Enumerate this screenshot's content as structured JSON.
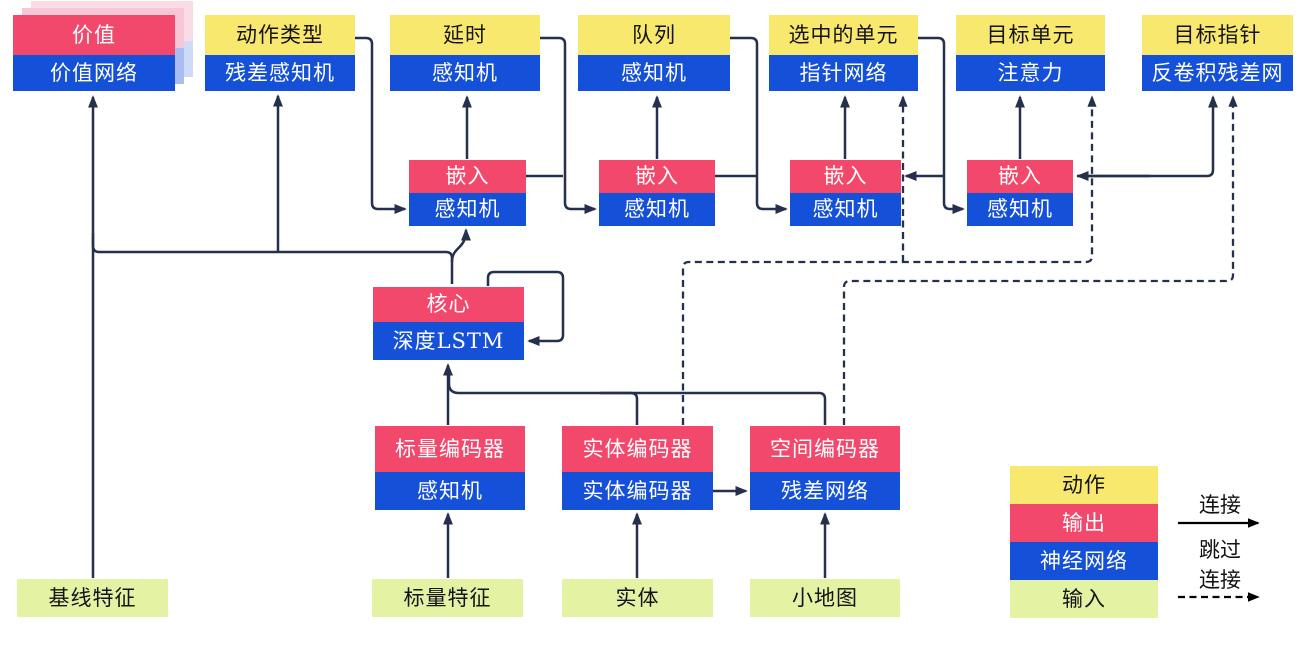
{
  "diagram": {
    "nodes": {
      "value": {
        "top": "价值",
        "bottom": "价值网络"
      },
      "action_type": {
        "top": "动作类型",
        "bottom": "残差感知机"
      },
      "delay": {
        "top": "延时",
        "bottom": "感知机"
      },
      "queue": {
        "top": "队列",
        "bottom": "感知机"
      },
      "selected_units": {
        "top": "选中的单元",
        "bottom": "指针网络"
      },
      "target_unit": {
        "top": "目标单元",
        "bottom": "注意力"
      },
      "target_point": {
        "top": "目标指针",
        "bottom": "反卷积残差网"
      },
      "embed1": {
        "top": "嵌入",
        "bottom": "感知机"
      },
      "embed2": {
        "top": "嵌入",
        "bottom": "感知机"
      },
      "embed3": {
        "top": "嵌入",
        "bottom": "感知机"
      },
      "embed4": {
        "top": "嵌入",
        "bottom": "感知机"
      },
      "core": {
        "top": "核心",
        "bottom": "深度LSTM"
      },
      "scalar_encoder": {
        "top": "标量编码器",
        "bottom": "感知机"
      },
      "entity_encoder": {
        "top": "实体编码器",
        "bottom": "实体编码器"
      },
      "spatial_encoder": {
        "top": "空间编码器",
        "bottom": "残差网络"
      }
    },
    "inputs": {
      "baseline": "基线特征",
      "scalar": "标量特征",
      "entities": "实体",
      "minimap": "小地图"
    },
    "legend": {
      "action": "动作",
      "output": "输出",
      "network": "神经网络",
      "input": "输入",
      "connection": "连接",
      "skip_line1": "跳过",
      "skip_line2": "连接"
    },
    "colors": {
      "action_yellow": "#f9e86e",
      "output_red": "#f2486c",
      "network_blue": "#1551d8",
      "input_green": "#e4f2a4",
      "wire_navy": "#25304e",
      "legend_arrow_black": "#000000"
    }
  }
}
